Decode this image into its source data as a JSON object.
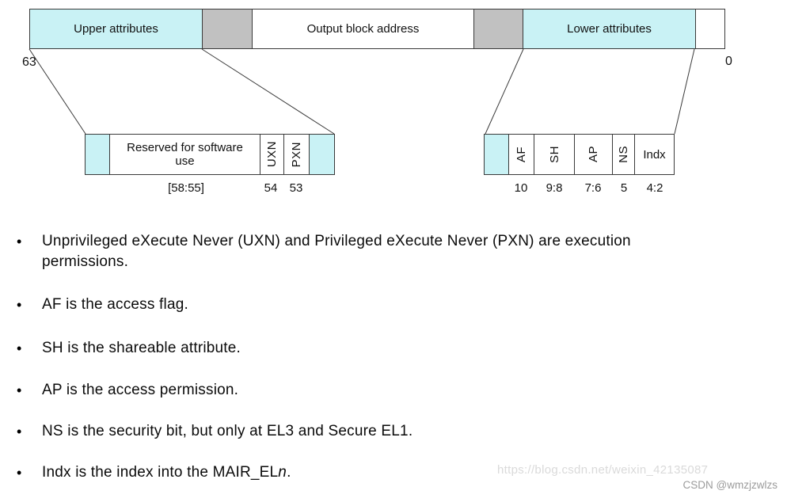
{
  "bar": {
    "upper_label": "Upper attributes",
    "output_label": "Output block address",
    "lower_label": "Lower attributes",
    "bit_left": "63",
    "bit_right": "0"
  },
  "upper_detail": {
    "reserved_label": "Reserved for software use",
    "uxn_label": "UXN",
    "pxn_label": "PXN",
    "reserved_bits": "[58:55]",
    "uxn_bit": "54",
    "pxn_bit": "53"
  },
  "lower_detail": {
    "af_label": "AF",
    "sh_label": "SH",
    "ap_label": "AP",
    "ns_label": "NS",
    "indx_label": "Indx",
    "af_bit": "10",
    "sh_bits": "9:8",
    "ap_bits": "7:6",
    "ns_bit": "5",
    "indx_bits": "4:2"
  },
  "list": {
    "marker": "•",
    "bullets": [
      {
        "text": "Unprivileged eXecute Never (UXN) and Privileged eXecute Never (PXN) are execution\npermissions."
      },
      {
        "text": "AF is the access flag."
      },
      {
        "text": "SH is the shareable attribute."
      },
      {
        "text": "AP is the access permission."
      },
      {
        "text": "NS is the security bit, but only at EL3 and Secure EL1."
      },
      {
        "prefix": "Indx is the index into the MAIR_EL",
        "italic": "n",
        "suffix": "."
      }
    ]
  },
  "watermark": {
    "url": "https://blog.csdn.net/weixin_42135087",
    "handle": "CSDN @wmzjzwlzs"
  },
  "colors": {
    "field_cyan": "#c9f2f5",
    "field_gray": "#c1c1c1",
    "line": "#3a3a3a"
  }
}
